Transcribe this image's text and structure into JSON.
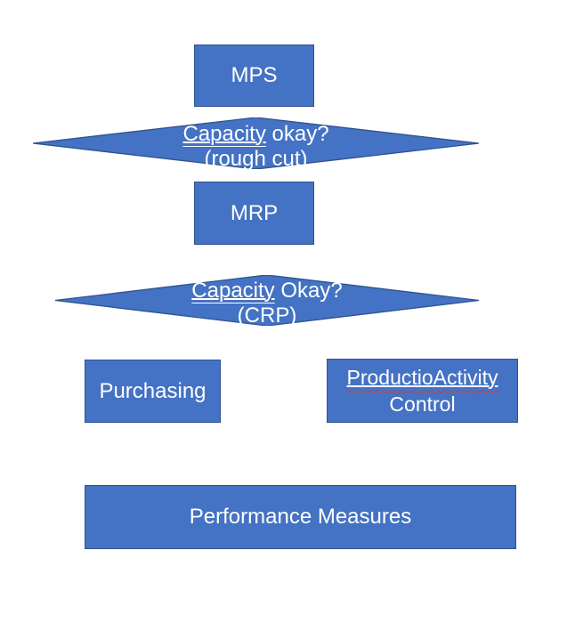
{
  "colors": {
    "shape_fill": "#4472C4",
    "shape_border": "#2F528F",
    "shape_text": "#FFFFFF",
    "spellcheck": "#D83B3B",
    "bg": "#FFFFFF"
  },
  "nodes": {
    "mps": {
      "label": "MPS"
    },
    "rough_cut_decision": {
      "underlined_word": "Capacity",
      "line1_rest": " okay?",
      "line2": "(rough cut)"
    },
    "mrp": {
      "label": "MRP"
    },
    "crp_decision": {
      "underlined_word": "Capacity",
      "line1_rest": " Okay?",
      "line2": "(CRP)"
    },
    "purchasing": {
      "label": "Purchasing"
    },
    "production_activity_control": {
      "line1": "ProductioActivity",
      "line2": "Control"
    },
    "performance_measures": {
      "label": "Performance Measures"
    }
  }
}
